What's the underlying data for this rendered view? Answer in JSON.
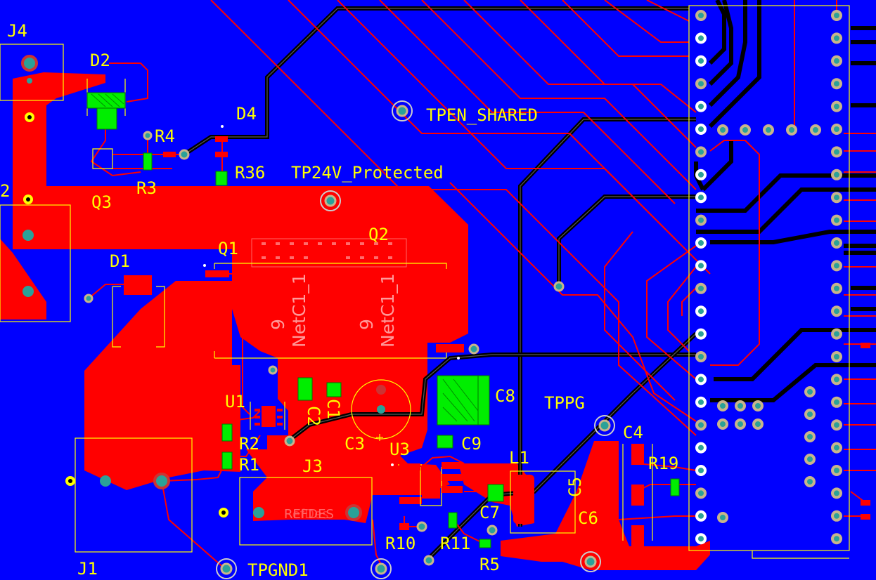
{
  "colors": {
    "background": "#0000ff",
    "copper_pour": "#ff0000",
    "trace_red": "#ff0000",
    "trace_black": "#000000",
    "silkscreen": "#ffff00",
    "smd_pad": "#00ff00",
    "via_ring": "#c8b48c",
    "via_hole": "#2aa198",
    "net_label": "#ff9999"
  },
  "labels": {
    "j4": "J4",
    "j2_partial": "2",
    "d2": "D2",
    "d4": "D4",
    "r4": "R4",
    "r3": "R3",
    "r36": "R36",
    "q3": "Q3",
    "d1": "D1",
    "q1": "Q1",
    "q2": "Q2",
    "u1": "U1",
    "c2": "C2",
    "c1": "C1",
    "r2": "R2",
    "r1": "R1",
    "c3": "C3",
    "u3": "U3",
    "c8": "C8",
    "c9": "C9",
    "l1": "L1",
    "c7": "C7",
    "r10": "R10",
    "r11": "R11",
    "r5": "R5",
    "j3": "J3",
    "j1": "J1",
    "c4": "C4",
    "c5": "C5",
    "c6": "C6",
    "r19": "R19",
    "tpen_shared": "TPEN_SHARED",
    "tp24v": "TP24V_Protected",
    "tppg": "TPPG",
    "tpgnd1": "TPGND1",
    "net_left_a": "9",
    "net_left_b": "NetC1_1",
    "net_right_a": "9",
    "net_right_b": "NetC1_1",
    "refdes_a": "REFDES",
    "refdes_b": "RefDes"
  }
}
